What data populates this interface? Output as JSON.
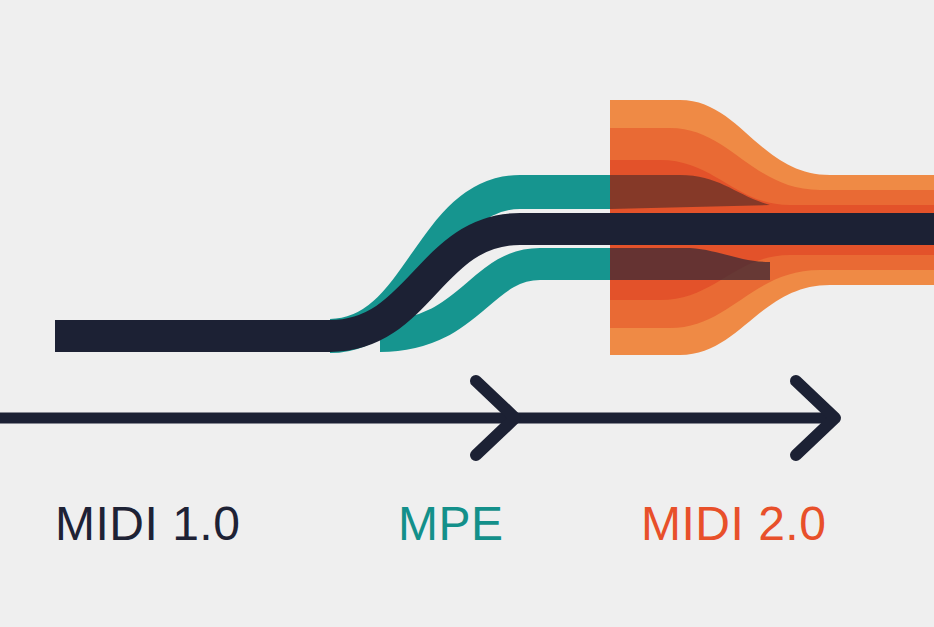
{
  "diagram": {
    "labels": [
      "MIDI 1.0",
      "MPE",
      "MIDI 2.0"
    ]
  }
}
